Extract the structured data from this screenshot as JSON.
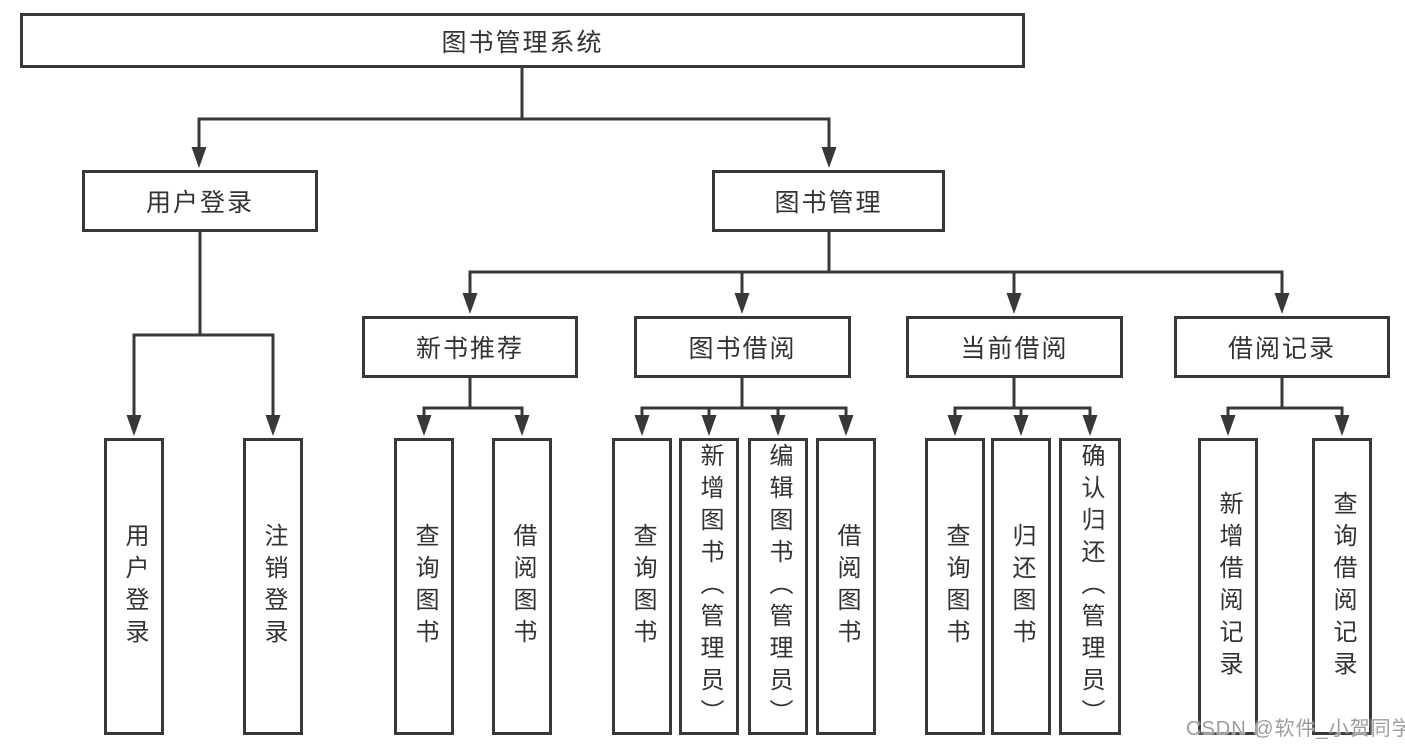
{
  "diagram": {
    "type": "tree",
    "root": {
      "label": "图书管理系统"
    },
    "level1": [
      {
        "id": "user-login",
        "label": "用户登录",
        "parent": "图书管理系统"
      },
      {
        "id": "book-management",
        "label": "图书管理",
        "parent": "图书管理系统"
      }
    ],
    "level2": [
      {
        "id": "new-book-recommend",
        "label": "新书推荐",
        "parent": "图书管理"
      },
      {
        "id": "book-borrow",
        "label": "图书借阅",
        "parent": "图书管理"
      },
      {
        "id": "current-borrow",
        "label": "当前借阅",
        "parent": "图书管理"
      },
      {
        "id": "borrow-records",
        "label": "借阅记录",
        "parent": "图书管理"
      }
    ],
    "leaves": [
      {
        "label": "用户登录",
        "parent": "用户登录"
      },
      {
        "label": "注销登录",
        "parent": "用户登录"
      },
      {
        "label": "查询图书",
        "parent": "新书推荐"
      },
      {
        "label": "借阅图书",
        "parent": "新书推荐"
      },
      {
        "label": "查询图书",
        "parent": "图书借阅"
      },
      {
        "label": "新增图书（管理员）",
        "parent": "图书借阅"
      },
      {
        "label": "编辑图书（管理员）",
        "parent": "图书借阅"
      },
      {
        "label": "借阅图书",
        "parent": "图书借阅"
      },
      {
        "label": "查询图书",
        "parent": "当前借阅"
      },
      {
        "label": "归还图书",
        "parent": "当前借阅"
      },
      {
        "label": "确认归还（管理员）",
        "parent": "当前借阅"
      },
      {
        "label": "新增借阅记录",
        "parent": "借阅记录"
      },
      {
        "label": "查询借阅记录",
        "parent": "借阅记录"
      }
    ]
  },
  "watermark": {
    "text": "CSDN @软件_小贺同学"
  },
  "colors": {
    "line": "#383838",
    "box_border": "#383838",
    "box_fill": "#ffffff",
    "text": "#333333",
    "background": "#ffffff",
    "watermark": "#9e9e9e"
  }
}
